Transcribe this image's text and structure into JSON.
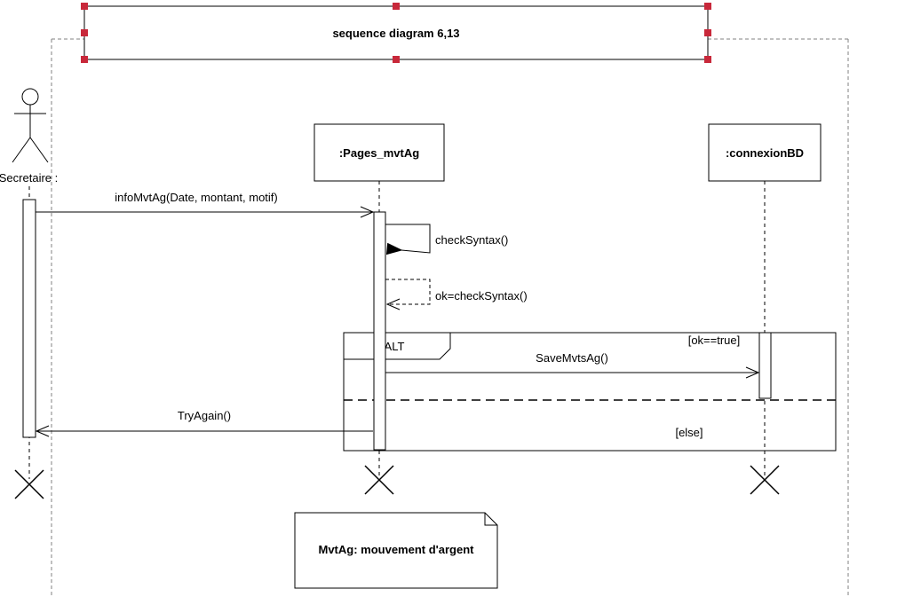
{
  "title": "sequence diagram 6,13",
  "actor": {
    "name": "Secretaire :"
  },
  "objects": {
    "pages": ":Pages_mvtAg",
    "connexion": ":connexionBD"
  },
  "messages": {
    "info": "infoMvtAg(Date, montant, motif)",
    "check": "checkSyntax()",
    "ok": "ok=checkSyntax()",
    "save": "SaveMvtsAg()",
    "tryagain": "TryAgain()"
  },
  "fragment": {
    "operator": "ALT",
    "guard_true": "[ok==true]",
    "guard_else": "[else]"
  },
  "note": "MvtAg: mouvement d'argent",
  "colors": {
    "selection_handle": "#c8283a",
    "line": "#000000",
    "frame_dash": "#808080"
  }
}
